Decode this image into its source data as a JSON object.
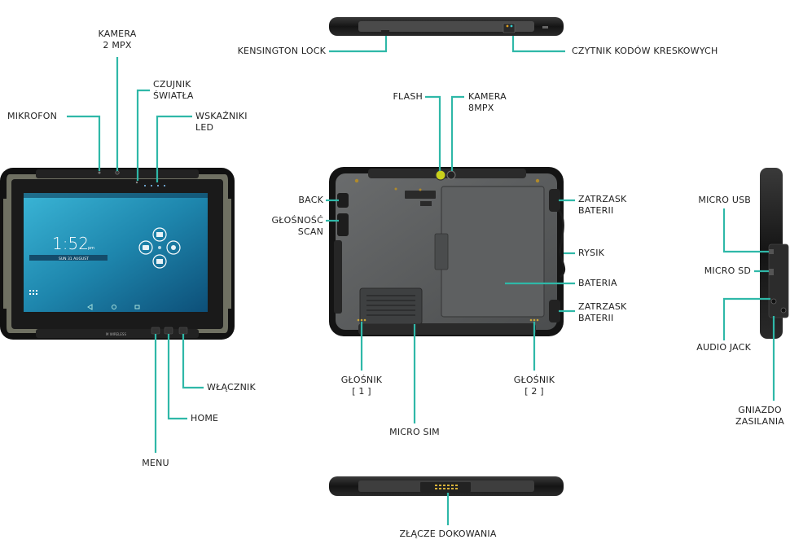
{
  "labels": {
    "kensington_lock": "KENSINGTON LOCK",
    "barcode_reader": "CZYTNIK KODÓW KRESKOWYCH",
    "camera_2mpx_l1": "KAMERA",
    "camera_2mpx_l2": "2 MPX",
    "light_sensor_l1": "CZUJNIK",
    "light_sensor_l2": "ŚWIATŁA",
    "microphone": "MIKROFON",
    "led_l1": "WSKAŹNIKI",
    "led_l2": "LED",
    "flash": "FLASH",
    "camera_8mpx_l1": "KAMERA",
    "camera_8mpx_l2": "8MPX",
    "back": "BACK",
    "volume_scan_l1": "GŁOŚNOŚĆ",
    "volume_scan_l2": "SCAN",
    "battery_latch_top_l1": "ZATRZASK",
    "battery_latch_top_l2": "BATERII",
    "stylus": "RYSIK",
    "battery": "BATERIA",
    "battery_latch_bottom_l1": "ZATRZASK",
    "battery_latch_bottom_l2": "BATERII",
    "micro_usb": "MICRO USB",
    "micro_sd": "MICRO SD",
    "audio_jack": "AUDIO JACK",
    "power_socket_l1": "GNIAZDO",
    "power_socket_l2": "ZASILANIA",
    "speaker1_l1": "GŁOŚNIK",
    "speaker1_l2": "[ 1 ]",
    "speaker2_l1": "GŁOŚNIK",
    "speaker2_l2": "[ 2 ]",
    "micro_sim": "MICRO SIM",
    "power_button": "WŁĄCZNIK",
    "home": "HOME",
    "menu": "MENU",
    "docking_connector": "ZŁĄCZE DOKOWANIA"
  },
  "screen": {
    "clock": "1:52",
    "clock_suffix": "pm",
    "date": "SUN 31 AUGUST"
  },
  "colors": {
    "leader": "#2fb8a8",
    "rubber": "#1b1b1b",
    "body": "#555758",
    "screen": "#1e7fa3"
  },
  "icons": [
    "email-icon",
    "camera-icon",
    "chrome-icon",
    "gallery-icon",
    "apps-grid-icon"
  ]
}
